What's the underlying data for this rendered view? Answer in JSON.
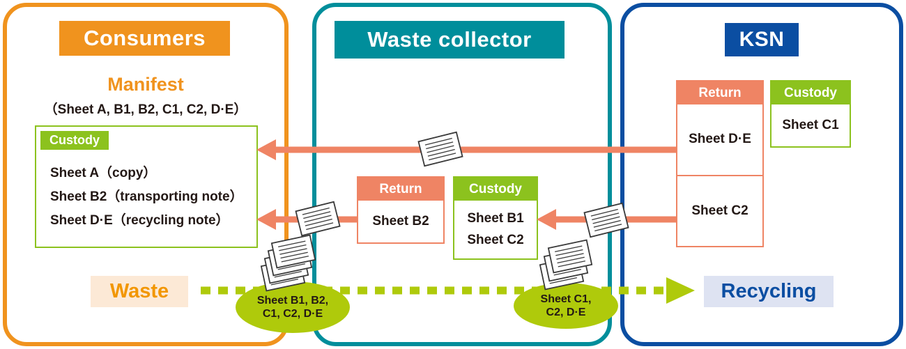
{
  "panels": {
    "consumers": {
      "title": "Consumers",
      "manifest_title": "Manifest",
      "manifest_sheets": "（Sheet A, B1, B2, C1, C2, D·E）",
      "custody": {
        "label": "Custody",
        "items": [
          "Sheet A（copy）",
          "Sheet B2（transporting note）",
          "Sheet D·E（recycling note）"
        ]
      }
    },
    "waste_collector": {
      "title": "Waste collector",
      "return_box": {
        "label": "Return",
        "items": [
          "Sheet B2"
        ]
      },
      "custody_box": {
        "label": "Custody",
        "items": [
          "Sheet B1",
          "Sheet C2"
        ]
      }
    },
    "ksn": {
      "title": "KSN",
      "return_box": {
        "label": "Return",
        "items": [
          "Sheet D·E",
          "Sheet C2"
        ]
      },
      "custody_box": {
        "label": "Custody",
        "items": [
          "Sheet C1"
        ]
      }
    }
  },
  "flow": {
    "waste_label": "Waste",
    "recycling_label": "Recycling",
    "stack_labels": [
      {
        "line1": "Sheet B1, B2,",
        "line2": "C1, C2, D·E"
      },
      {
        "line1": "Sheet C1,",
        "line2": "C2, D·E"
      }
    ]
  },
  "icons": {
    "document_sheet": "document-sheet-icon",
    "document_stack": "document-stack-icon",
    "return_arrow": "return-arrow-left",
    "flow_arrow": "waste-flow-arrow-right"
  },
  "colors": {
    "orange": "#F0931E",
    "teal": "#008E9B",
    "blue": "#0B4EA2",
    "custody_green": "#8CC21E",
    "flow_green": "#AFCA0B",
    "salmon": "#EF8464",
    "waste_bg": "#FCE9D6",
    "waste_text": "#F29600",
    "recycling_bg": "#DEE3F2",
    "text_dark": "#231815"
  }
}
